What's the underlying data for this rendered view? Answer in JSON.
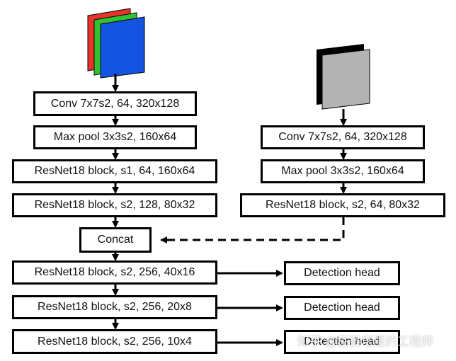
{
  "left_column": {
    "conv": "Conv 7x7s2, 64, 320x128",
    "maxpool": "Max pool 3x3s2, 160x64",
    "res1": "ResNet18 block, s1, 64, 160x64",
    "res2": "ResNet18 block, s2, 128, 80x32"
  },
  "right_column": {
    "conv": "Conv 7x7s2, 64, 320x128",
    "maxpool": "Max pool 3x3s2, 160x64",
    "res": "ResNet18 block, s2, 64, 80x32"
  },
  "concat": "Concat",
  "bottom_blocks": [
    "ResNet18 block, s2, 256, 40x16",
    "ResNet18 block, s2, 256, 20x8",
    "ResNet18 block, s2, 256, 10x4"
  ],
  "heads": [
    "Detection head",
    "Detection head",
    "Detection head"
  ],
  "input_colors": {
    "red": "#e8332a",
    "green": "#2fc42f",
    "blue": "#1554e0",
    "gray": "#b3b3b3",
    "black": "#000000"
  },
  "watermark": "知乎 @巫婆塔里的工程师"
}
